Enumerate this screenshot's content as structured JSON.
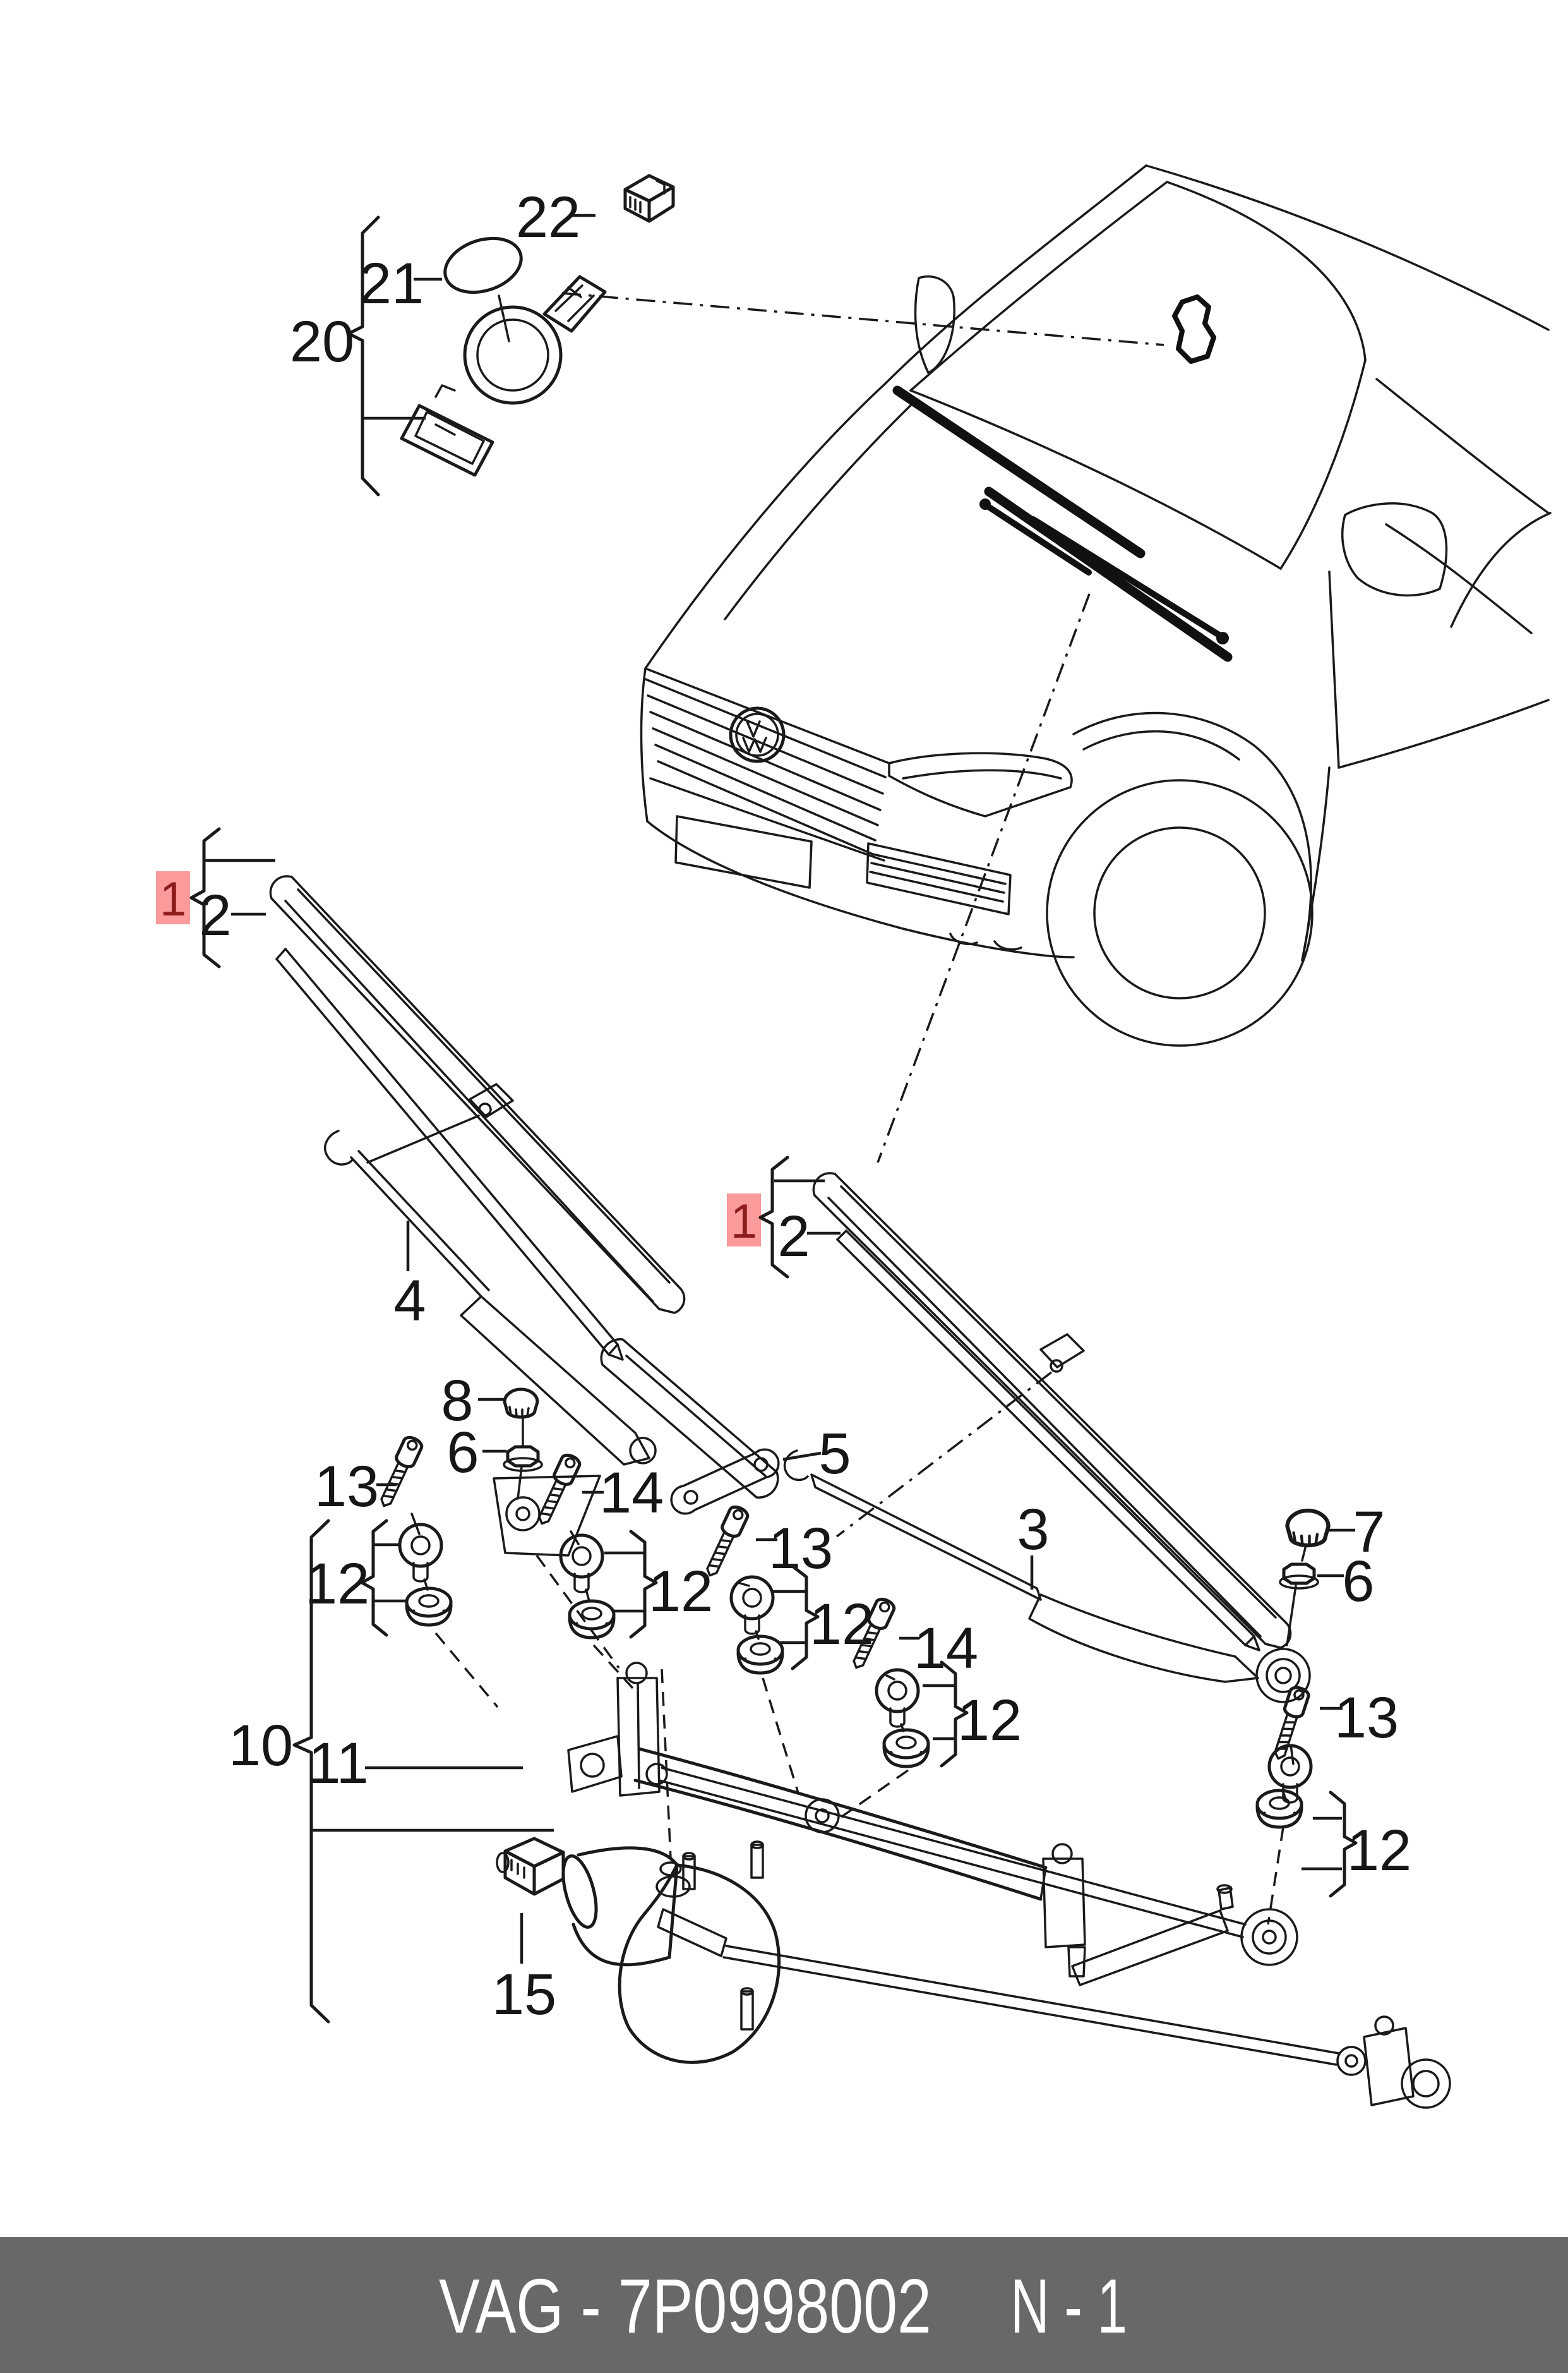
{
  "doc": {
    "kind": "parts-catalog-diagram",
    "subject": "windscreen wiper and washer system with rain sensor"
  },
  "highlight": {
    "box_color": "#fa9a9a",
    "text_color": "#8c1b1b",
    "selected_part": "1"
  },
  "footer": {
    "bar_color": "#686868",
    "catalog_label": "VAG - 7P0998002",
    "page_label": "N - 1"
  },
  "parts": {
    "wiper_blade": "1",
    "wiper_rubber": "2",
    "wiper_arm_right": "3",
    "wiper_arm_left": "4",
    "arm_cover": "5",
    "hex_nut": "6",
    "cap_large": "7",
    "cap_small": "8",
    "wiper_system_assembly": "10",
    "wiper_frame": "11",
    "mount_set": "12",
    "screw_a": "13",
    "screw_b": "14",
    "motor_connector": "15",
    "rain_sensor_assembly": "20",
    "sensor_gasket": "21",
    "sensor_connector": "22"
  }
}
